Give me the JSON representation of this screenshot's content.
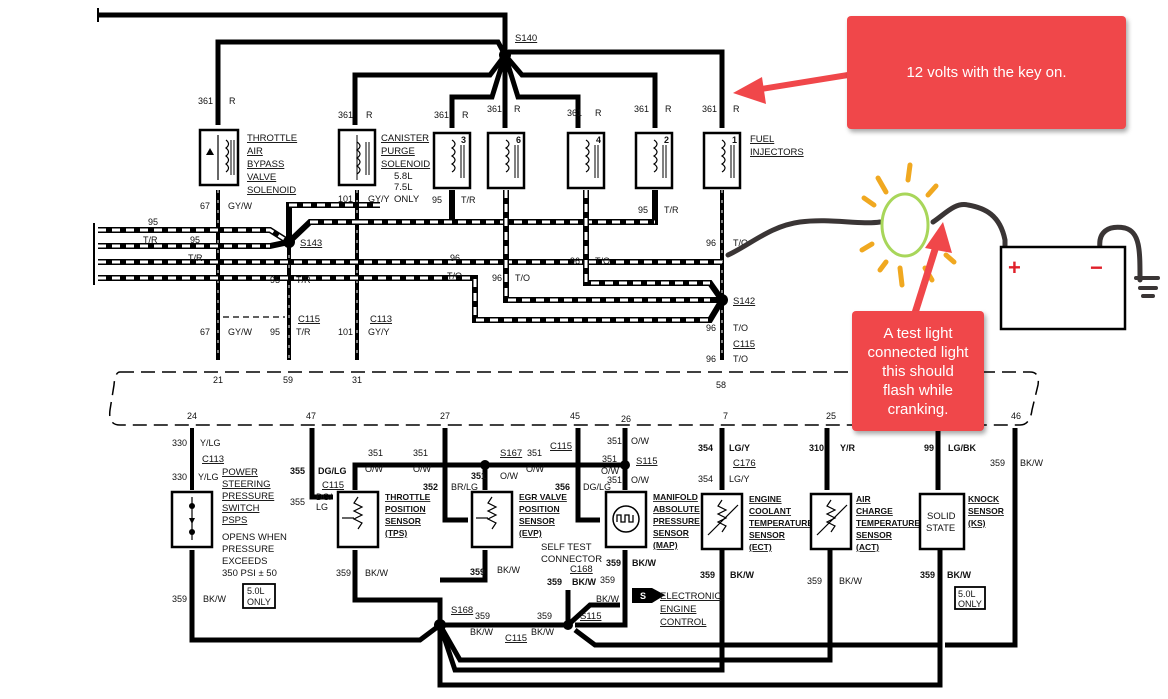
{
  "annotations": {
    "voltage_note": "12 volts with the key on.",
    "test_light_note": "A test light\nconnected light\nthis should\nflash while\ncranking.",
    "battery_plus": "+",
    "battery_minus": "−",
    "annotation_color": "#f0474a",
    "bulb_color": "#a8d65a",
    "rays_color": "#f0a820"
  },
  "splices": {
    "s140": "S140",
    "s143": "S143",
    "s142": "S142",
    "s167": "S167",
    "s115_top": "S115",
    "s168": "S168",
    "s115_bottom": "S115"
  },
  "connectors": {
    "c115_a": "C115",
    "c113_a": "C113",
    "c115_b": "C115",
    "c113_b": "C113",
    "c115_c": "C115",
    "c115_d": "C115",
    "c176": "C176",
    "c168": "C168",
    "c115_e": "C115"
  },
  "top_components": {
    "throttle_air_bypass": [
      "THROTTLE",
      "AIR",
      "BYPASS",
      "VALVE",
      "SOLENOID"
    ],
    "canister_purge": [
      "CANISTER",
      "PURGE",
      "SOLENOID"
    ],
    "canister_note": [
      "5.8L",
      "7.5L",
      "ONLY"
    ],
    "fuel_injectors": [
      "FUEL",
      "INJECTORS"
    ],
    "injector_numbers": [
      "3",
      "6",
      "4",
      "2",
      "1"
    ]
  },
  "top_wires": {
    "circuit_361": "361",
    "color_r": "R",
    "circuit_67": "67",
    "color_gyw": "GY/W",
    "circuit_101": "101",
    "color_gyy": "GY/Y",
    "circuit_95": "95",
    "color_tr": "T/R",
    "circuit_96": "96",
    "color_to": "T/O"
  },
  "ecu_pins": [
    "21",
    "59",
    "31",
    "58",
    "24",
    "47",
    "27",
    "45",
    "26",
    "7",
    "25",
    "46"
  ],
  "bottom_components": {
    "psps": [
      "POWER",
      "STEERING",
      "PRESSURE",
      "SWITCH",
      "PSPS"
    ],
    "psps_note": [
      "OPENS WHEN",
      "PRESSURE",
      "EXCEEDS",
      "350 PSI  ±  50"
    ],
    "only_5l": [
      "5.0L",
      "ONLY"
    ],
    "tps": [
      "THROTTLE",
      "POSITION",
      "SENSOR",
      "(TPS)"
    ],
    "evp": [
      "EGR VALVE",
      "POSITION",
      "SENSOR",
      "(EVP)"
    ],
    "self_test": [
      "SELF TEST",
      "CONNECTOR"
    ],
    "map": [
      "MANIFOLD",
      "ABSOLUTE",
      "PRESSURE",
      "SENSOR",
      "(MAP)"
    ],
    "ect": [
      "ENGINE",
      "COOLANT",
      "TEMPERATURE",
      "SENSOR",
      "(ECT)"
    ],
    "act": [
      "AIR",
      "CHARGE",
      "TEMPERATURE",
      "SENSOR",
      "(ACT)"
    ],
    "ks": [
      "KNOCK",
      "SENSOR",
      "(KS)"
    ],
    "solid_state": [
      "SOLID",
      "STATE"
    ],
    "eec": [
      "ELECTRONIC",
      "ENGINE",
      "CONTROL"
    ],
    "eec_symbol": "S"
  },
  "bottom_wires": {
    "c330": "330",
    "ylg": "Y/LG",
    "c355": "355",
    "dglg": "DG/LG",
    "dg": "DG/",
    "lg": "LG",
    "c351": "351",
    "ow": "O/W",
    "c352": "352",
    "brlg": "BR/LG",
    "c356": "356",
    "c354": "354",
    "lgy": "LG/Y",
    "c310": "310",
    "yr": "Y/R",
    "c99": "99",
    "lgbk": "LG/BK",
    "c359": "359",
    "bkw": "BK/W"
  }
}
